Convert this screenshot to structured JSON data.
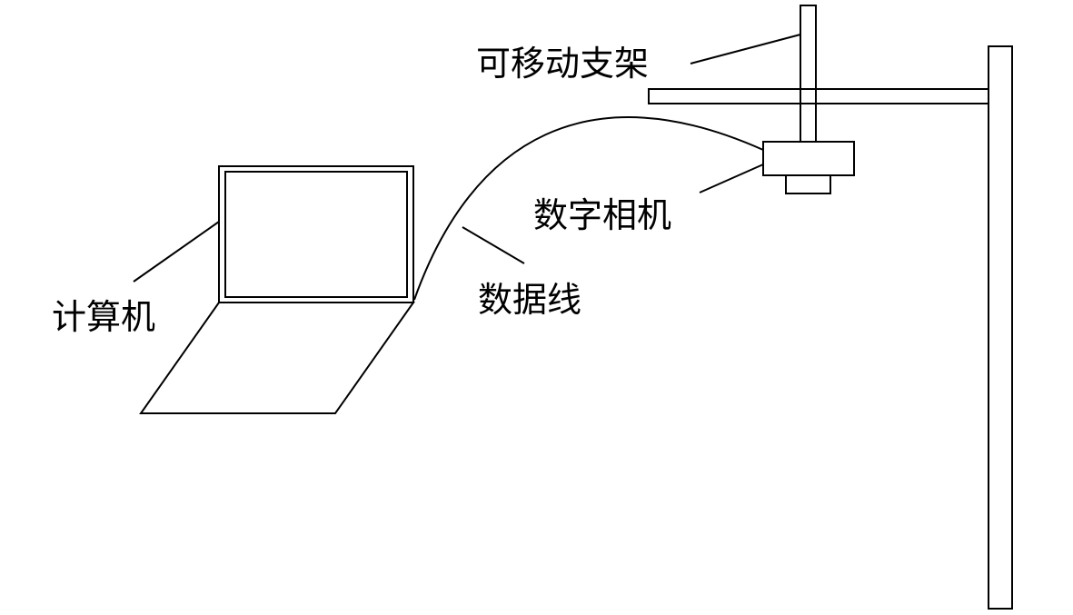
{
  "labels": {
    "stand": "可移动支架",
    "camera": "数字相机",
    "cable": "数据线",
    "computer": "计算机"
  },
  "colors": {
    "line": "#000000",
    "background": "#ffffff"
  }
}
